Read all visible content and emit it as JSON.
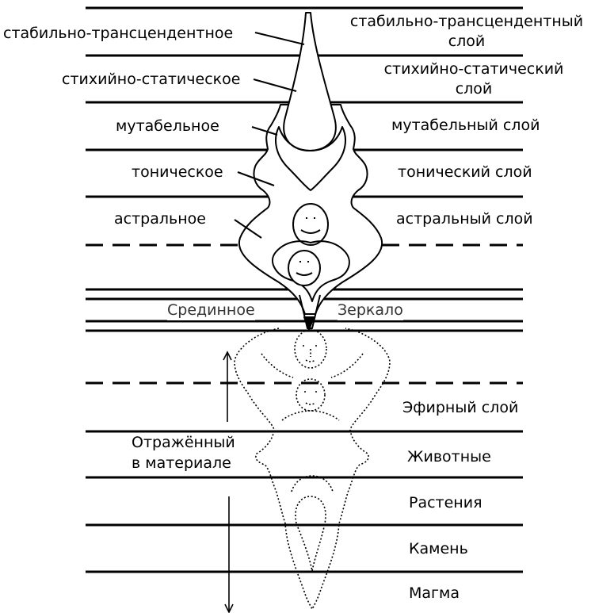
{
  "left_labels": {
    "stable_transcendent": "стабильно-трансцендентное",
    "elemental_static": "стихийно-статическое",
    "mutable": "мутабельное",
    "tonic": "тоническое",
    "astral": "астральное"
  },
  "right_labels": {
    "stable_transcendent_layer": "стабильно-трансцендентный слой",
    "elemental_static_layer": "стихийно-статический слой",
    "mutable_layer": "мутабельный слой",
    "tonic_layer": "тонический слой",
    "astral_layer": "астральный слой"
  },
  "middle": {
    "median": "Срединное",
    "mirror": "Зеркало"
  },
  "reflected": {
    "line1": "Отражённый",
    "line2": "в материале"
  },
  "lower_layers": {
    "ether": "Эфирный слой",
    "animals": "Животные",
    "plants": "Растения",
    "stone": "Камень",
    "magma": "Магма"
  }
}
